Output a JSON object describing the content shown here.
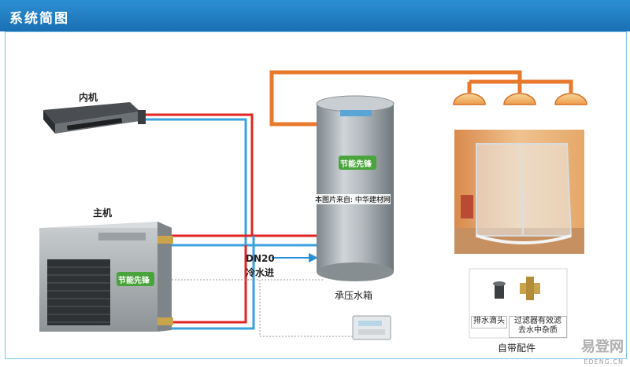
{
  "header": {
    "title": "系统简图"
  },
  "labels": {
    "indoor_unit": "内机",
    "main_unit": "主机",
    "inlet_size": "DN20",
    "cold_water_in": "冷水进",
    "tank": "承压水箱",
    "accessories": "自带配件",
    "drain_head": "排水滴头",
    "filter_line1": "过滤器有效滤",
    "filter_line2": "去水中杂质",
    "tank_badge": "节能先锋",
    "unit_badge": "节能先锋",
    "watermark": "本图片来自: 中华建材网",
    "brand": "易登网",
    "brand_sub": "EDENG.CN"
  },
  "colors": {
    "header": "#1a6fb3",
    "hot_pipe": "#e8792c",
    "refrigerant_red": "#e02424",
    "refrigerant_blue": "#3aa0e0",
    "arrow": "#2b8fd8",
    "tank": "#9aa3a8"
  }
}
